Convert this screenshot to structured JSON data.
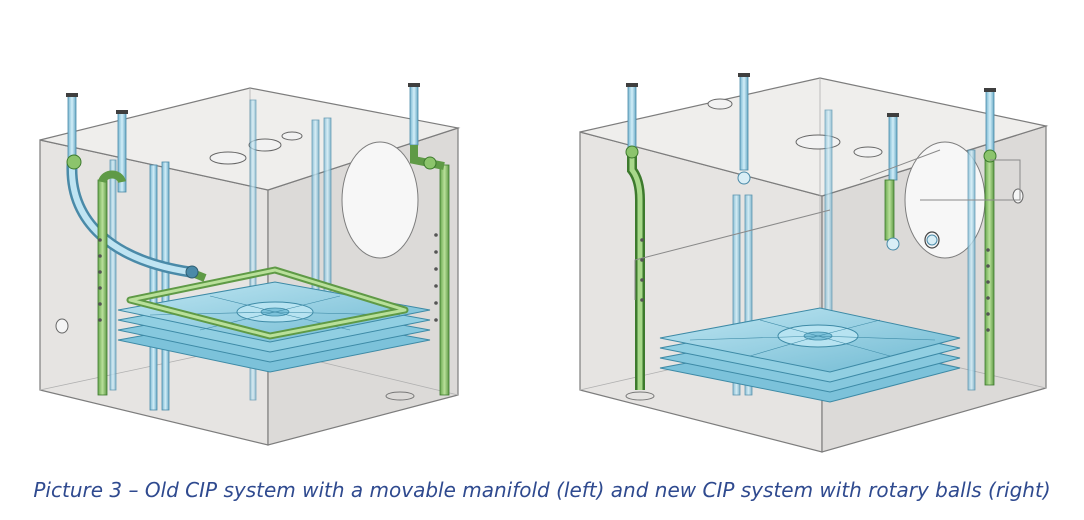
{
  "caption": "Picture 3 – Old CIP system with a movable manifold (left) and new CIP system with rotary balls (right)",
  "colors": {
    "tank_fill": "#e4e2e0",
    "tank_edge": "#7d7d7d",
    "pipe_blue": "#9fd0e6",
    "pipe_blue_edge": "#4a8aa8",
    "pipe_green": "#8cc46c",
    "pipe_green_edge": "#3d7a2d",
    "plate": "#8fd0e4",
    "plate_edge": "#3d8aa6",
    "caption": "#2f4a8f"
  },
  "panels": [
    {
      "name": "old-cip-system",
      "description_icon": "tank-with-movable-manifold"
    },
    {
      "name": "new-cip-system",
      "description_icon": "tank-with-rotary-balls"
    }
  ]
}
